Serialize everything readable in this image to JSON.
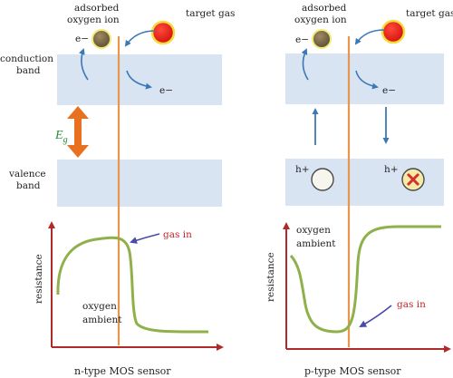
{
  "colors": {
    "band": "#d9e4f2",
    "wire": "#e8954d",
    "curve": "#8fb04a",
    "arrow_blue": "#3a78b6",
    "arrow_orange": "#e8701e",
    "axis": "#b02a2a",
    "gas_label": "#c0242b",
    "eg_label": "#2e8b3a",
    "oxygen_ion": "#7a6a4a",
    "target_gas": "#e8211e"
  },
  "labels": {
    "adsorbed": "adsorbed",
    "oxygen_ion": "oxygen ion",
    "target_gas": "target gas",
    "electron": "e−",
    "conduction": "conduction",
    "band": "band",
    "valence": "valence",
    "eg_letter": "E",
    "eg_sub": "g",
    "hole": "h+",
    "resistance": "resistance",
    "gas_in": "gas in",
    "oxygen": "oxygen",
    "ambient": "ambient",
    "n_caption": "n-type MOS sensor",
    "p_caption": "p-type MOS sensor"
  }
}
